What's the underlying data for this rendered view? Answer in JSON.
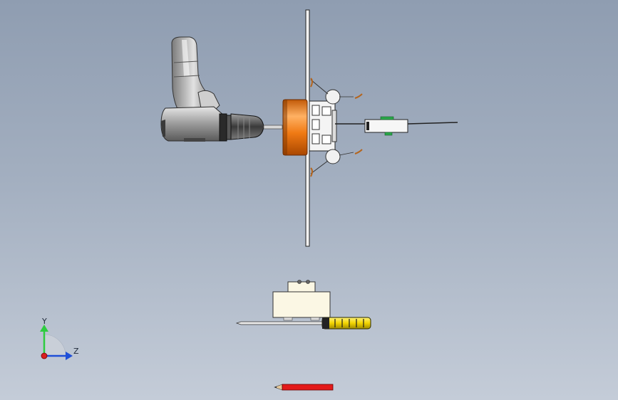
{
  "viewport": {
    "background_top": "#8f9db1",
    "background_bottom": "#c4ccd8"
  },
  "triad": {
    "y_label": "Y",
    "z_label": "Z",
    "y_color": "#2ecc40",
    "z_color": "#1f4fd8",
    "x_color": "#d81f1f"
  },
  "model": {
    "parts": [
      {
        "name": "drill",
        "icon": "power-drill-icon"
      },
      {
        "name": "fixture-plate",
        "icon": "plate-icon"
      },
      {
        "name": "orange-hub",
        "icon": "cylinder-icon"
      },
      {
        "name": "screwdriver",
        "icon": "screwdriver-icon"
      },
      {
        "name": "box-block",
        "icon": "box-icon"
      },
      {
        "name": "pencil",
        "icon": "pencil-icon"
      }
    ]
  }
}
